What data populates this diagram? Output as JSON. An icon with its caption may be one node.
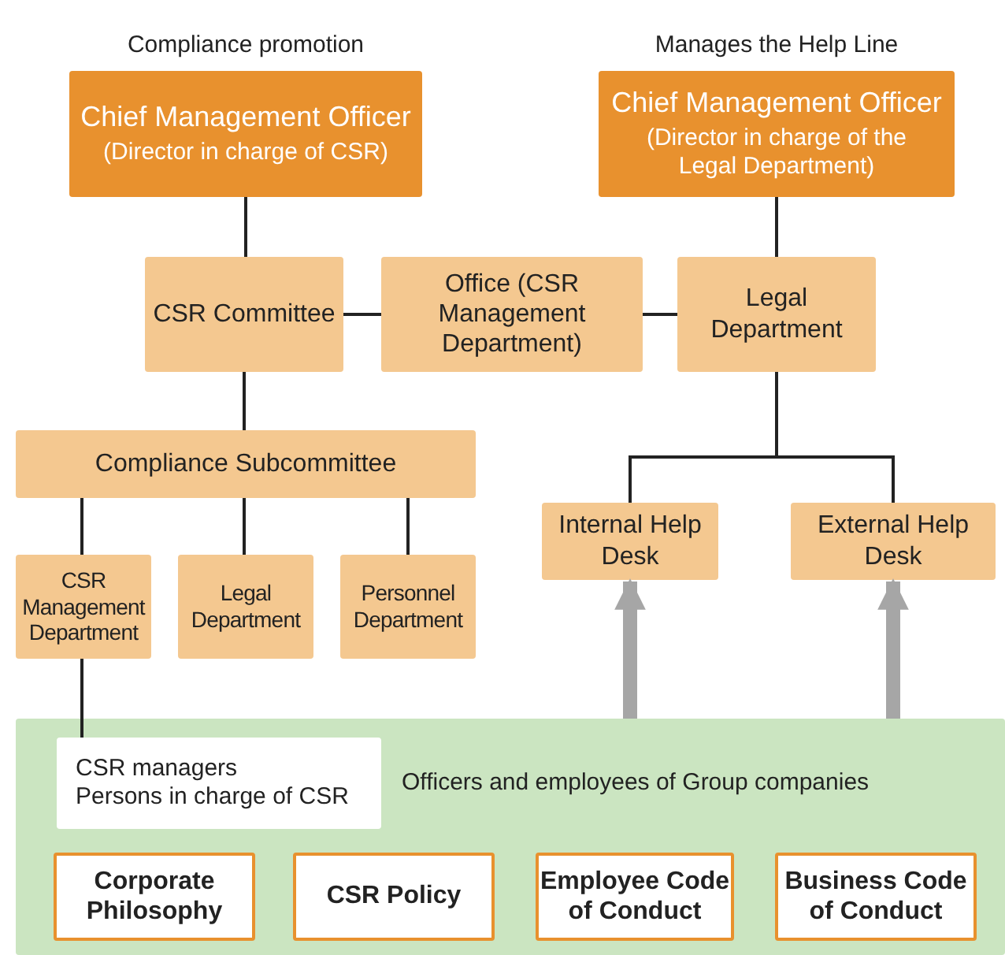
{
  "diagram": {
    "nodes": [
      {
        "text": [
          "Chief Management Officer",
          "(Director in charge of CSR)"
        ],
        "beside": [
          "Compliance promotion"
        ]
      },
      {
        "text": [
          "Chief Management Officer",
          "(Director in charge of the Legal Department)"
        ],
        "beside": [
          "Manages the Help Line"
        ]
      },
      {
        "text": [
          "CSR Committee"
        ]
      },
      {
        "text": [
          "Office (CSR Management Department)"
        ]
      },
      {
        "text": [
          "Legal Department"
        ]
      },
      {
        "text": [
          "Compliance Subcommittee"
        ]
      },
      {
        "text": [
          "CSR Management Department"
        ]
      },
      {
        "text": [
          "Legal Department"
        ]
      },
      {
        "text": [
          "Personnel Department"
        ]
      },
      {
        "text": [
          "Internal Help Desk"
        ]
      },
      {
        "text": [
          "External Help Desk"
        ]
      },
      {
        "text": [
          "Officers and employees of Group companies"
        ]
      },
      {
        "text": [
          "CSR managers",
          "Persons in charge of CSR"
        ],
        "in": 11
      },
      {
        "text": [
          "Corporate Philosophy"
        ],
        "in": 11
      },
      {
        "text": [
          "CSR Policy"
        ],
        "in": 11
      },
      {
        "text": [
          "Employee Code of Conduct"
        ],
        "in": 11
      },
      {
        "text": [
          "Business Code of Conduct"
        ],
        "in": 11
      }
    ],
    "edges": [
      {
        "from": 0,
        "to": 2,
        "arrow": "none"
      },
      {
        "from": 2,
        "to": 3,
        "arrow": "none"
      },
      {
        "from": 3,
        "to": 4,
        "arrow": "none"
      },
      {
        "from": 1,
        "to": 4,
        "arrow": "none"
      },
      {
        "from": 2,
        "to": 5,
        "arrow": "none"
      },
      {
        "from": 5,
        "to": 6,
        "arrow": "none"
      },
      {
        "from": 5,
        "to": 7,
        "arrow": "none"
      },
      {
        "from": 5,
        "to": 8,
        "arrow": "none"
      },
      {
        "from": 4,
        "to": 9,
        "arrow": "none"
      },
      {
        "from": 4,
        "to": 10,
        "arrow": "none"
      },
      {
        "from": 6,
        "to": 12,
        "arrow": "none"
      },
      {
        "from": 11,
        "to": 9,
        "arrow": "to",
        "style": "thick",
        "color": "#a6a6a6"
      },
      {
        "from": 11,
        "to": 10,
        "arrow": "to",
        "style": "thick",
        "color": "#a6a6a6"
      }
    ]
  }
}
